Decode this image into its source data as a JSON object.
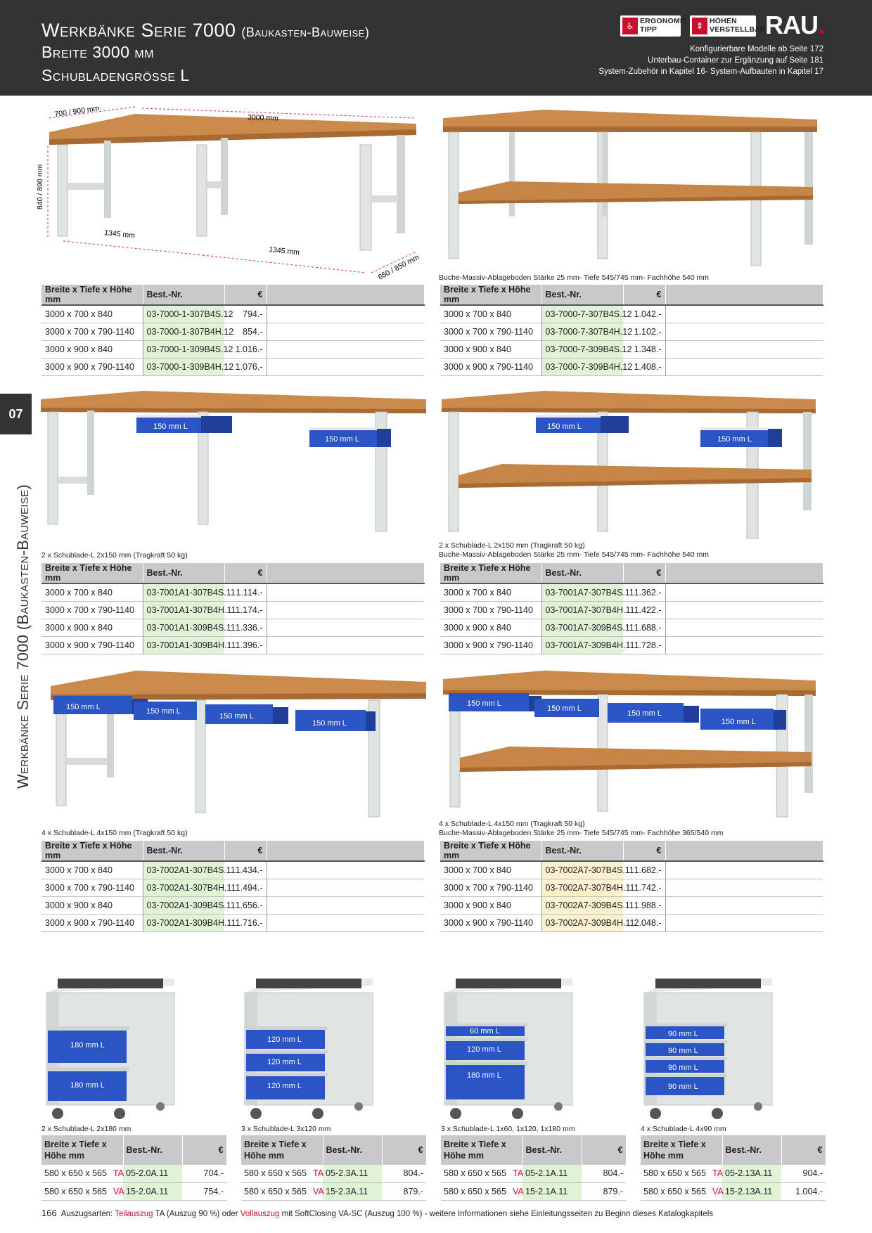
{
  "header": {
    "title_main": "Werkbänke Serie 7000",
    "title_sub": "(Baukasten-Bauweise)",
    "line2": "Breite 3000 mm",
    "line3": "Schubladengrösse L",
    "badge1": "ERGONOMIE\nTIPP",
    "badge2": "HÖHEN\nVERSTELLBAR",
    "logo": "RAU",
    "info1": "Konfigurierbare Modelle ab Seite 172",
    "info2": "Unterbau-Container zur Ergänzung auf Seite 181",
    "info3": "System-Zubehör in Kapitel 16- System-Aufbauten in Kapitel 17"
  },
  "side": {
    "tab": "07",
    "text": "Werkbänke Serie 7000 (Baukasten-Bauweise)"
  },
  "dims": {
    "depth": "700 / 900 mm",
    "width": "3000 mm",
    "height": "840 / 890 mm",
    "span1": "1345 mm",
    "span2": "1345 mm",
    "foot": "650 / 850 mm"
  },
  "drawer_labels": {
    "d150": "150 mm L",
    "d180": "180 mm L",
    "d120": "120 mm L",
    "d60": "60 mm L",
    "d90": "90 mm L"
  },
  "bench_headers": {
    "size": "Breite x Tiefe x Höhe mm",
    "nr": "Best.-Nr.",
    "eur": "€"
  },
  "benches": [
    {
      "caption": "",
      "rows": [
        [
          "3000 x 700 x 840",
          "03-7000-1-307B4S.12",
          "794.-"
        ],
        [
          "3000 x 700 x 790-1140",
          "03-7000-1-307B4H.12",
          "854.-"
        ],
        [
          "3000 x 900 x 840",
          "03-7000-1-309B4S.12",
          "1.016.-"
        ],
        [
          "3000 x 900 x 790-1140",
          "03-7000-1-309B4H.12",
          "1.076.-"
        ]
      ]
    },
    {
      "caption": "Buche-Massiv-Ablageboden Stärke 25 mm- Tiefe 545/745 mm- Fachhöhe 540 mm",
      "rows": [
        [
          "3000 x 700 x 840",
          "03-7000-7-307B4S.12",
          "1.042.-"
        ],
        [
          "3000 x 700 x 790-1140",
          "03-7000-7-307B4H.12",
          "1.102.-"
        ],
        [
          "3000 x 900 x 840",
          "03-7000-7-309B4S.12",
          "1.348.-"
        ],
        [
          "3000 x 900 x 790-1140",
          "03-7000-7-309B4H.12",
          "1.408.-"
        ]
      ]
    },
    {
      "caption": "2 x Schublade-L 2x150 mm (Tragkraft 50 kg)",
      "rows": [
        [
          "3000 x 700 x 840",
          "03-7001A1-307B4S.11",
          "1.114.-"
        ],
        [
          "3000 x 700 x 790-1140",
          "03-7001A1-307B4H.11",
          "1.174.-"
        ],
        [
          "3000 x 900 x 840",
          "03-7001A1-309B4S.11",
          "1.336.-"
        ],
        [
          "3000 x 900 x 790-1140",
          "03-7001A1-309B4H.11",
          "1.396.-"
        ]
      ]
    },
    {
      "caption": "2 x Schublade-L 2x150 mm (Tragkraft 50 kg)\nBuche-Massiv-Ablageboden Stärke 25 mm- Tiefe 545/745 mm- Fachhöhe 540 mm",
      "rows": [
        [
          "3000 x 700 x 840",
          "03-7001A7-307B4S.11",
          "1.362.-"
        ],
        [
          "3000 x 700 x 790-1140",
          "03-7001A7-307B4H.11",
          "1.422.-"
        ],
        [
          "3000 x 900 x 840",
          "03-7001A7-309B4S.11",
          "1.688.-"
        ],
        [
          "3000 x 900 x 790-1140",
          "03-7001A7-309B4H.11",
          "1.728.-"
        ]
      ]
    },
    {
      "caption": "4 x Schublade-L 4x150 mm (Tragkraft 50 kg)",
      "rows": [
        [
          "3000 x 700 x 840",
          "03-7002A1-307B4S.11",
          "1.434.-"
        ],
        [
          "3000 x 700 x 790-1140",
          "03-7002A1-307B4H.11",
          "1.494.-"
        ],
        [
          "3000 x 900 x 840",
          "03-7002A1-309B4S.11",
          "1.656.-"
        ],
        [
          "3000 x 900 x 790-1140",
          "03-7002A1-309B4H.11",
          "1.716.-"
        ]
      ]
    },
    {
      "caption": "4 x Schublade-L 4x150 mm (Tragkraft 50 kg)\nBuche-Massiv-Ablageboden Stärke 25 mm- Tiefe 545/745 mm- Fachhöhe 365/540 mm",
      "rows": [
        [
          "3000 x 700 x 840",
          "03-7002A7-307B4S.11",
          "1.682.-"
        ],
        [
          "3000 x 700 x 790-1140",
          "03-7002A7-307B4H.11",
          "1.742.-"
        ],
        [
          "3000 x 900 x 840",
          "03-7002A7-309B4S.11",
          "1.988.-"
        ],
        [
          "3000 x 900 x 790-1140",
          "03-7002A7-309B4H.11",
          "2.048.-"
        ]
      ]
    }
  ],
  "cont_headers": {
    "size": "Breite x Tiefe x Höhe mm",
    "nr": "Best.-Nr.",
    "eur": "€"
  },
  "containers": [
    {
      "caption": "2 x Schublade-L 2x180 mm",
      "rows": [
        [
          "580 x 650 x 565",
          "TA",
          "05-2.0A.11",
          "704.-"
        ],
        [
          "580 x 650 x 565",
          "VA",
          "15-2.0A.11",
          "754.-"
        ]
      ]
    },
    {
      "caption": "3 x Schublade-L 3x120 mm",
      "rows": [
        [
          "580 x 650 x 565",
          "TA",
          "05-2.3A.11",
          "804.-"
        ],
        [
          "580 x 650 x 565",
          "VA",
          "15-2.3A.11",
          "879.-"
        ]
      ]
    },
    {
      "caption": "3 x Schublade-L 1x60, 1x120, 1x180 mm",
      "rows": [
        [
          "580 x 650 x 565",
          "TA",
          "05-2.1A.11",
          "804.-"
        ],
        [
          "580 x 650 x 565",
          "VA",
          "15-2.1A.11",
          "879.-"
        ]
      ]
    },
    {
      "caption": "4 x Schublade-L 4x90 mm",
      "rows": [
        [
          "580 x 650 x 565",
          "TA",
          "05-2.13A.11",
          "904.-"
        ],
        [
          "580 x 650 x 565",
          "VA",
          "15-2.13A.11",
          "1.004.-"
        ]
      ]
    }
  ],
  "footer": {
    "page": "166",
    "t1": "Auszugsarten: ",
    "t2": "Teilauszug",
    "t3": " TA (Auszug 90 %)  oder  ",
    "t4": "Vollauszug",
    "t5": " mit SoftClosing VA-SC (Auszug 100 %) -  weitere Informationen siehe Einleitungsseiten zu Beginn dieses Katalogkapitels"
  },
  "colors": {
    "header_bg": "#333235",
    "accent_red": "#c8102e",
    "drawer_blue": "#2b54c4",
    "frame_grey": "#dfe4e2",
    "wood": "#c98a4c",
    "highlight_green": "#e1f3d6",
    "highlight_yellow": "#fbf0d0"
  }
}
